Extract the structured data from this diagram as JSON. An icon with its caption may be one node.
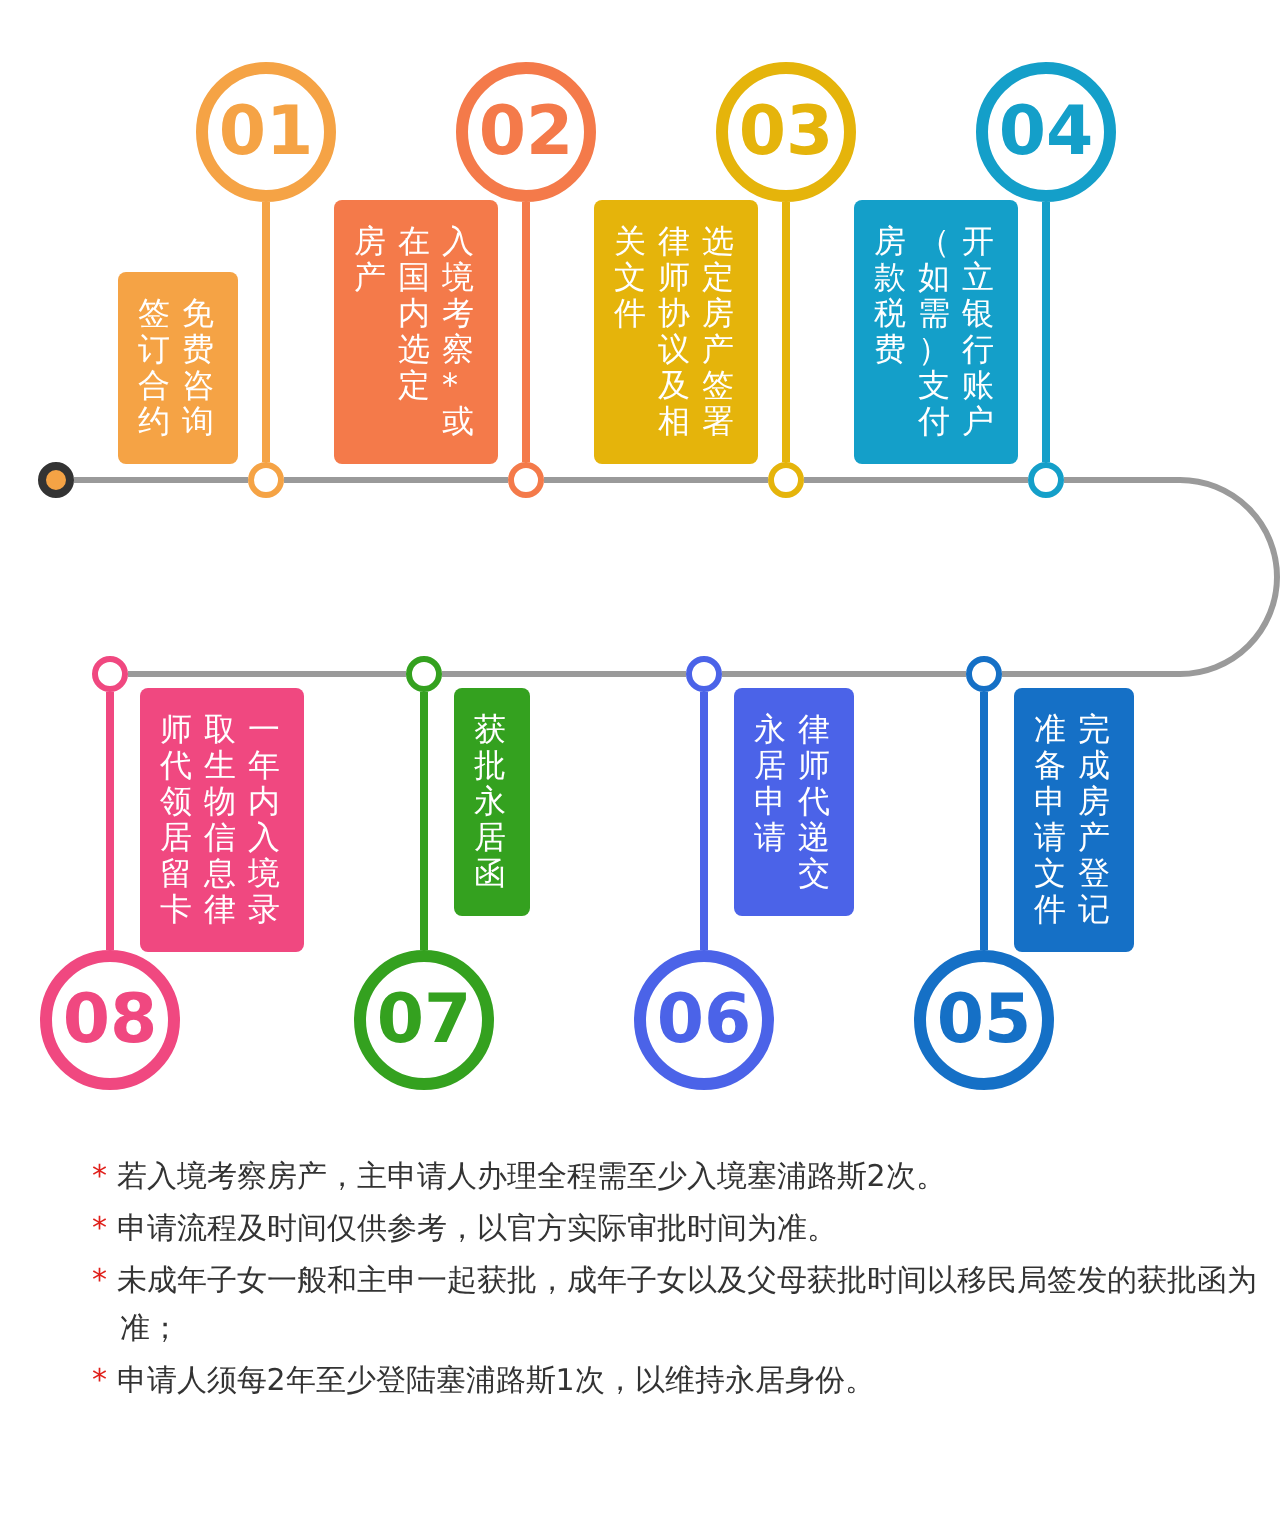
{
  "diagram": {
    "nodes": [
      {
        "text": [],
        "shape": "circle"
      },
      {
        "text": [
          "01"
        ]
      },
      {
        "text": [
          "免费咨询签订合约"
        ]
      },
      {
        "text": [],
        "shape": "circle"
      },
      {
        "text": [
          "02"
        ]
      },
      {
        "text": [
          "入境考察*或在国内选定房产"
        ]
      },
      {
        "text": [],
        "shape": "circle"
      },
      {
        "text": [
          "03"
        ]
      },
      {
        "text": [
          "选定房产签署律师协议及相关文件"
        ]
      },
      {
        "text": [],
        "shape": "circle"
      },
      {
        "text": [
          "04"
        ]
      },
      {
        "text": [
          "开立银行账户（如需）支付房款税费"
        ]
      },
      {
        "text": [],
        "shape": "circle"
      },
      {
        "text": [
          "05"
        ]
      },
      {
        "text": [
          "完成房产登记准备申请文件"
        ]
      },
      {
        "text": [],
        "shape": "circle"
      },
      {
        "text": [
          "06"
        ]
      },
      {
        "text": [
          "律师代递交永居申请"
        ]
      },
      {
        "text": [],
        "shape": "circle"
      },
      {
        "text": [
          "07"
        ]
      },
      {
        "text": [
          "获批永居函"
        ]
      },
      {
        "text": [],
        "shape": "circle"
      },
      {
        "text": [
          "08"
        ]
      },
      {
        "text": [
          "一年内入境录取生物信息律师代领居留卡"
        ]
      },
      {
        "text": [],
        "shape": "circle"
      }
    ],
    "edges": [
      {
        "from": 0,
        "to": 3,
        "arrow": "none"
      },
      {
        "from": 1,
        "to": 3,
        "arrow": "none",
        "color": "#f5a345"
      },
      {
        "from": 3,
        "to": 6,
        "arrow": "none"
      },
      {
        "from": 4,
        "to": 6,
        "arrow": "none",
        "color": "#f47a4a"
      },
      {
        "from": 6,
        "to": 9,
        "arrow": "none"
      },
      {
        "from": 7,
        "to": 9,
        "arrow": "none",
        "color": "#e5b40b"
      },
      {
        "from": 9,
        "to": 12,
        "arrow": "none"
      },
      {
        "from": 10,
        "to": 12,
        "arrow": "none",
        "color": "#149fc9"
      },
      {
        "from": 12,
        "to": 15,
        "arrow": "none"
      },
      {
        "from": 13,
        "to": 15,
        "arrow": "none",
        "color": "#1570c6"
      },
      {
        "from": 15,
        "to": 18,
        "arrow": "none"
      },
      {
        "from": 16,
        "to": 18,
        "arrow": "none",
        "color": "#4b63e8"
      },
      {
        "from": 18,
        "to": 21,
        "arrow": "none"
      },
      {
        "from": 19,
        "to": 21,
        "arrow": "none",
        "color": "#34a11f"
      },
      {
        "from": 21,
        "to": 24,
        "arrow": "none"
      },
      {
        "from": 22,
        "to": 24,
        "arrow": "none",
        "color": "#f04880"
      }
    ],
    "labels": [
      "* 若入境考察房产，主申请人办理全程需至少入境塞浦路斯2次。",
      "* 申请流程及时间仅供参考，以官方实际审批时间为准。",
      "* 未成年子女一般和主申一起获批，成年子女以及父母获批时间以移民局签发的获批函为准；",
      "* 申请人须每2年至少登陆塞浦路斯1次，以维持永居身份。"
    ]
  }
}
